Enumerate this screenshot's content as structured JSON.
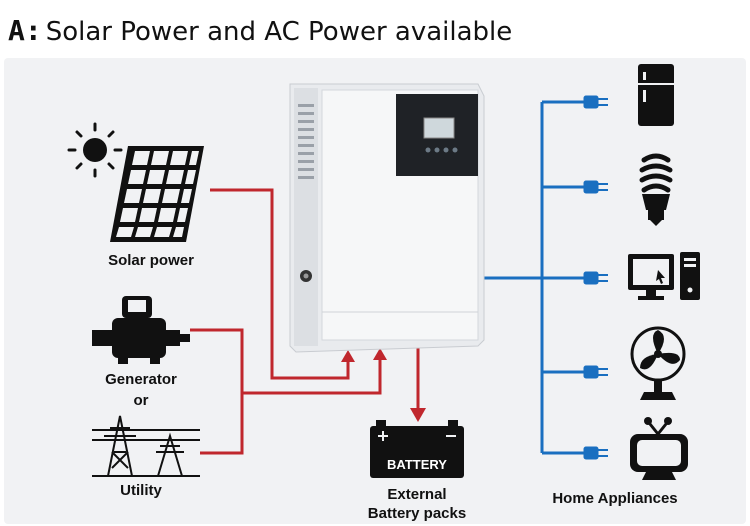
{
  "header": {
    "letter": "A",
    "colon": ":",
    "title": "Solar Power and AC Power available"
  },
  "labels": {
    "solar": "Solar power",
    "generator": "Generator",
    "or": "or",
    "utility": "Utility",
    "battery_text": "BATTERY",
    "battery_line1": "External",
    "battery_line2": "Battery packs",
    "appliances": "Home Appliances"
  },
  "colors": {
    "input_wire": "#c0272d",
    "output_wire": "#1a6fc0",
    "icon": "#111111"
  },
  "icons": [
    "sun-icon",
    "solar-panel-icon",
    "generator-icon",
    "utility-tower-icon",
    "battery-icon",
    "refrigerator-icon",
    "light-bulb-icon",
    "computer-icon",
    "fan-icon",
    "television-icon",
    "plug-icon"
  ]
}
